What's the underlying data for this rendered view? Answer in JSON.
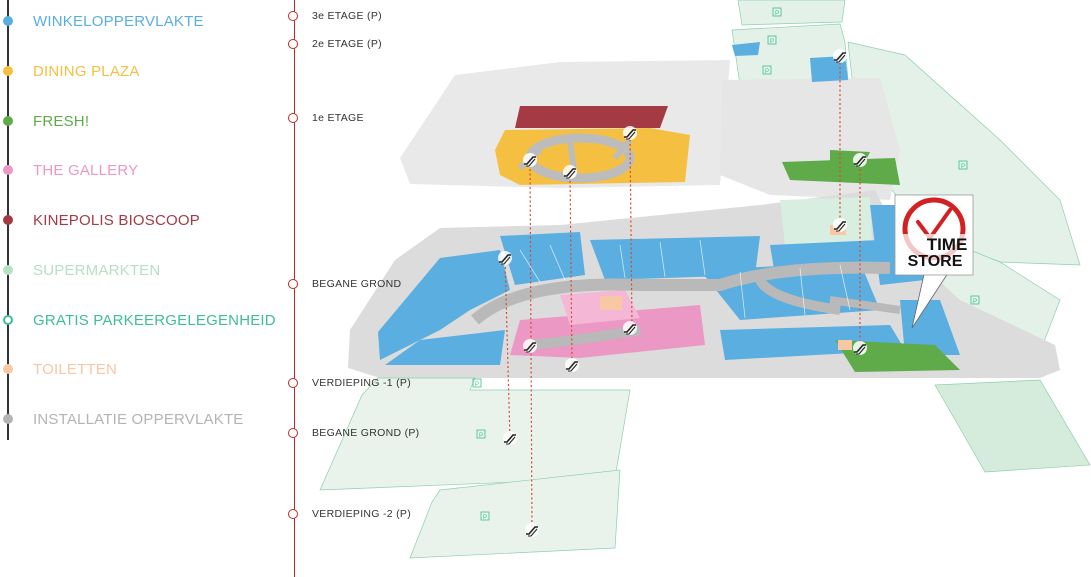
{
  "legend": [
    {
      "label": "WINKELOPPERVLAKTE",
      "color": "#5aaee0"
    },
    {
      "label": "DINING PLAZA",
      "color": "#f5c041"
    },
    {
      "label": "FRESH!",
      "color": "#5fab4a"
    },
    {
      "label": "THE GALLERY",
      "color": "#ec98c4"
    },
    {
      "label": "KINEPOLIS BIOSCOOP",
      "color": "#a43b44"
    },
    {
      "label": "SUPERMARKTEN",
      "color": "#b8e0c3"
    },
    {
      "label": "GRATIS PARKEERGELEGENHEID",
      "color": "#3dbf95",
      "outline": true
    },
    {
      "label": "TOILETTEN",
      "color": "#f8c7a4"
    },
    {
      "label": "INSTALLATIE OPPERVLAKTE",
      "color": "#b4b4b4"
    }
  ],
  "levels": [
    {
      "label": "3e ETAGE (P)"
    },
    {
      "label": "2e ETAGE (P)"
    },
    {
      "label": "1e ETAGE"
    },
    {
      "label": "BEGANE GROND"
    },
    {
      "label": "VERDIEPING -1 (P)"
    },
    {
      "label": "BEGANE GROND (P)"
    },
    {
      "label": "VERDIEPING -2 (P)"
    }
  ],
  "store_marker": {
    "line1": "TIME",
    "line2": "STORE",
    "icon": "clock-icon"
  },
  "parking_symbol": "P",
  "icons": {
    "escalator": "escalator-icon"
  }
}
